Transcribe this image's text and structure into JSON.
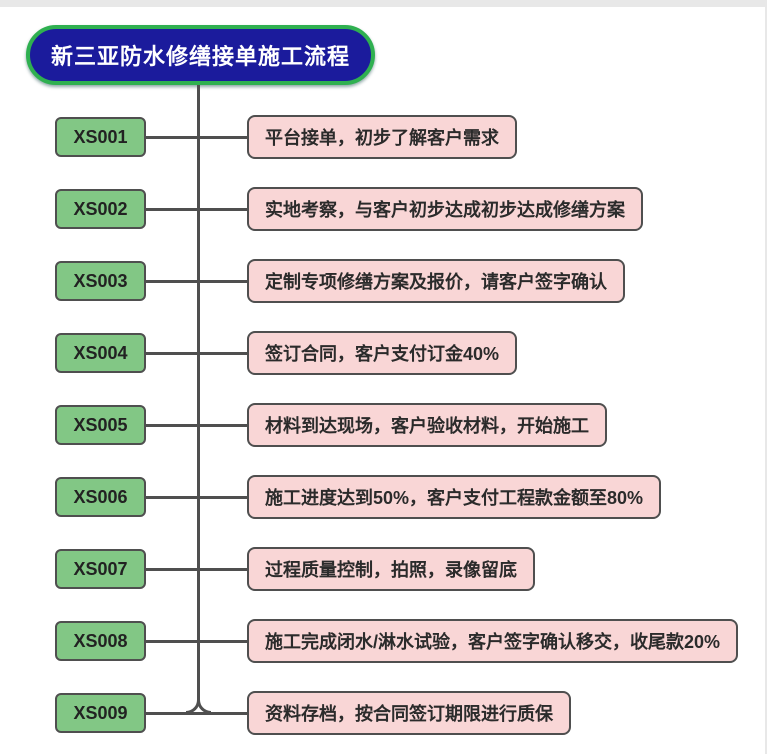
{
  "title": "新三亚防水修缮接单施工流程",
  "steps": [
    {
      "id": "XS001",
      "text": "平台接单，初步了解客户需求"
    },
    {
      "id": "XS002",
      "text": "实地考察，与客户初步达成初步达成修缮方案"
    },
    {
      "id": "XS003",
      "text": "定制专项修缮方案及报价，请客户签字确认"
    },
    {
      "id": "XS004",
      "text": "签订合同，客户支付订金40%"
    },
    {
      "id": "XS005",
      "text": "材料到达现场，客户验收材料，开始施工"
    },
    {
      "id": "XS006",
      "text": "施工进度达到50%，客户支付工程款金额至80%"
    },
    {
      "id": "XS007",
      "text": "过程质量控制，拍照，录像留底"
    },
    {
      "id": "XS008",
      "text": "施工完成闭水/淋水试验，客户签字确认移交，收尾款20%"
    },
    {
      "id": "XS009",
      "text": "资料存档，按合同签订期限进行质保"
    }
  ],
  "colors": {
    "title_bg": "#1b1b9c",
    "title_border": "#2fb050",
    "node_bg": "#82c785",
    "desc_bg": "#f9d6d6",
    "line": "#4f4f4f"
  }
}
